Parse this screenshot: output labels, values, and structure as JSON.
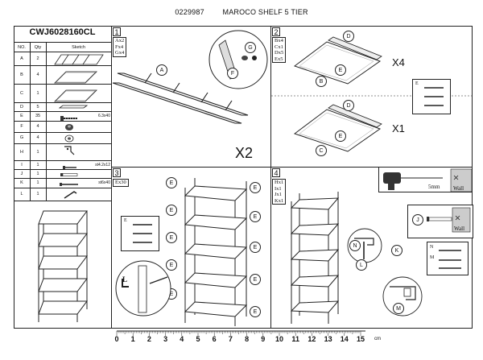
{
  "header": {
    "code": "0229987",
    "title": "MAROCO SHELF 5 TIER"
  },
  "parts_table": {
    "title": "CWJ6028160CL",
    "headers": [
      "NO.",
      "Qty",
      "Sketch"
    ],
    "rows": [
      {
        "no": "A",
        "qty": "2",
        "note": ""
      },
      {
        "no": "B",
        "qty": "4",
        "note": ""
      },
      {
        "no": "C",
        "qty": "1",
        "note": ""
      },
      {
        "no": "D",
        "qty": "5",
        "note": ""
      },
      {
        "no": "E",
        "qty": "35",
        "note": "6.3x40"
      },
      {
        "no": "F",
        "qty": "4",
        "note": ""
      },
      {
        "no": "G",
        "qty": "4",
        "note": ""
      },
      {
        "no": "H",
        "qty": "1",
        "note": ""
      },
      {
        "no": "I",
        "qty": "1",
        "note": "st4.2x12"
      },
      {
        "no": "J",
        "qty": "1",
        "note": ""
      },
      {
        "no": "K",
        "qty": "1",
        "note": "st6x40"
      },
      {
        "no": "L",
        "qty": "1",
        "note": ""
      }
    ]
  },
  "step1": {
    "number": "1",
    "parts": [
      "Ax2",
      "Fx4",
      "Gx4"
    ],
    "callouts": [
      "A",
      "G",
      "F"
    ],
    "multiplier": "X2"
  },
  "step2": {
    "number": "2",
    "parts": [
      "Bx4",
      "Cx1",
      "Dx5",
      "Ex5"
    ],
    "callouts_top": [
      "D",
      "E",
      "B"
    ],
    "callouts_bottom": [
      "D",
      "E",
      "C"
    ],
    "mult_top": "X4",
    "mult_bottom": "X1",
    "inset_label": "E"
  },
  "step3": {
    "number": "3",
    "parts": [
      "Ex30"
    ],
    "callout": "E",
    "inset_label": "E",
    "hand_label": "L"
  },
  "step4": {
    "number": "4",
    "parts": [
      "Hx1",
      "Ix1",
      "Jx1",
      "Kx1"
    ],
    "drill_label": "5mm",
    "wall_label": "Wall",
    "screw_label": "J",
    "callouts": [
      "N",
      "K",
      "L",
      "M"
    ],
    "inset_n": "N",
    "inset_m": "M"
  },
  "ruler": {
    "numbers": [
      "0",
      "1",
      "2",
      "3",
      "4",
      "5",
      "6",
      "7",
      "8",
      "9",
      "10",
      "11",
      "12",
      "13",
      "14",
      "15"
    ],
    "unit": "cm"
  }
}
